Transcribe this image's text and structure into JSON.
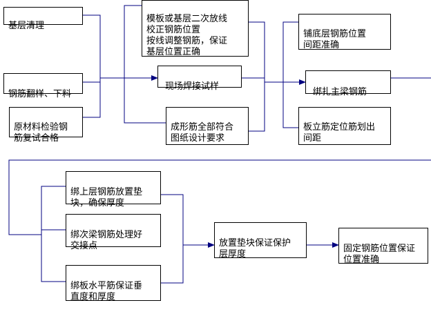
{
  "diagram": {
    "nodes": {
      "base_clean": "基层清理",
      "formwork_check": "模板或基层二次放线\n校正钢筋位置\n按线调整钢筋，保证\n基层位置正确",
      "rebar_cut": "钢筋翻样、下料",
      "weld_test": "现场焊接试样",
      "material_test": "原材料检验钢\n筋复试合格",
      "rebar_check": "成形筋全部符合\n图纸设计要求",
      "bottom_rebar": "铺底层钢筋位置\n间距准确",
      "main_beam": "绑扎主梁钢筋",
      "slab_rebar": "板立筋定位筋划出\n间距",
      "top_rebar": "绑上层钢筋放置垫\n块，确保厚度",
      "secondary_beam": "绑次梁钢筋处理好\n交接点",
      "slab_horizontal": "绑板水平筋保证垂\n直度和厚度",
      "spacer": "放置垫块保证保护\n层厚度",
      "fix_rebar": "固定钢筋位置保证\n位置准确"
    },
    "colors": {
      "line": "#000080",
      "border": "#000000"
    }
  }
}
